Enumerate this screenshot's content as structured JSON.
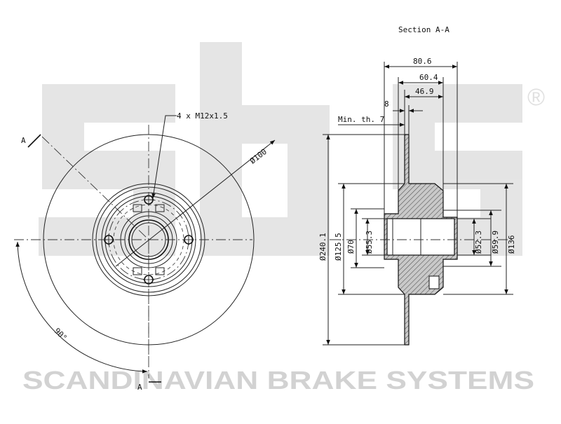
{
  "brand": {
    "watermark_logo": "sbs",
    "registered_mark": "®",
    "watermark_caption": "SCANDINAVIAN BRAKE SYSTEMS"
  },
  "front_view": {
    "bolt_callout": "4 x M12x1.5",
    "bolt_circle_dia": "Ø100",
    "angle": "90°",
    "section_mark_top": "A",
    "section_mark_bottom": "A"
  },
  "section_view": {
    "title": "Section A-A",
    "min_thickness": "Min. th. 7",
    "widths": [
      "80.6",
      "60.4",
      "46.9",
      "8"
    ],
    "diameters": [
      "Ø240.1",
      "Ø125.5",
      "Ø70",
      "Ø55.3",
      "Ø52.3",
      "Ø59.9",
      "Ø136"
    ]
  },
  "colors": {
    "line": "#222222",
    "hatch": "#bdbdbd",
    "watermark": "#c7c7c7"
  }
}
